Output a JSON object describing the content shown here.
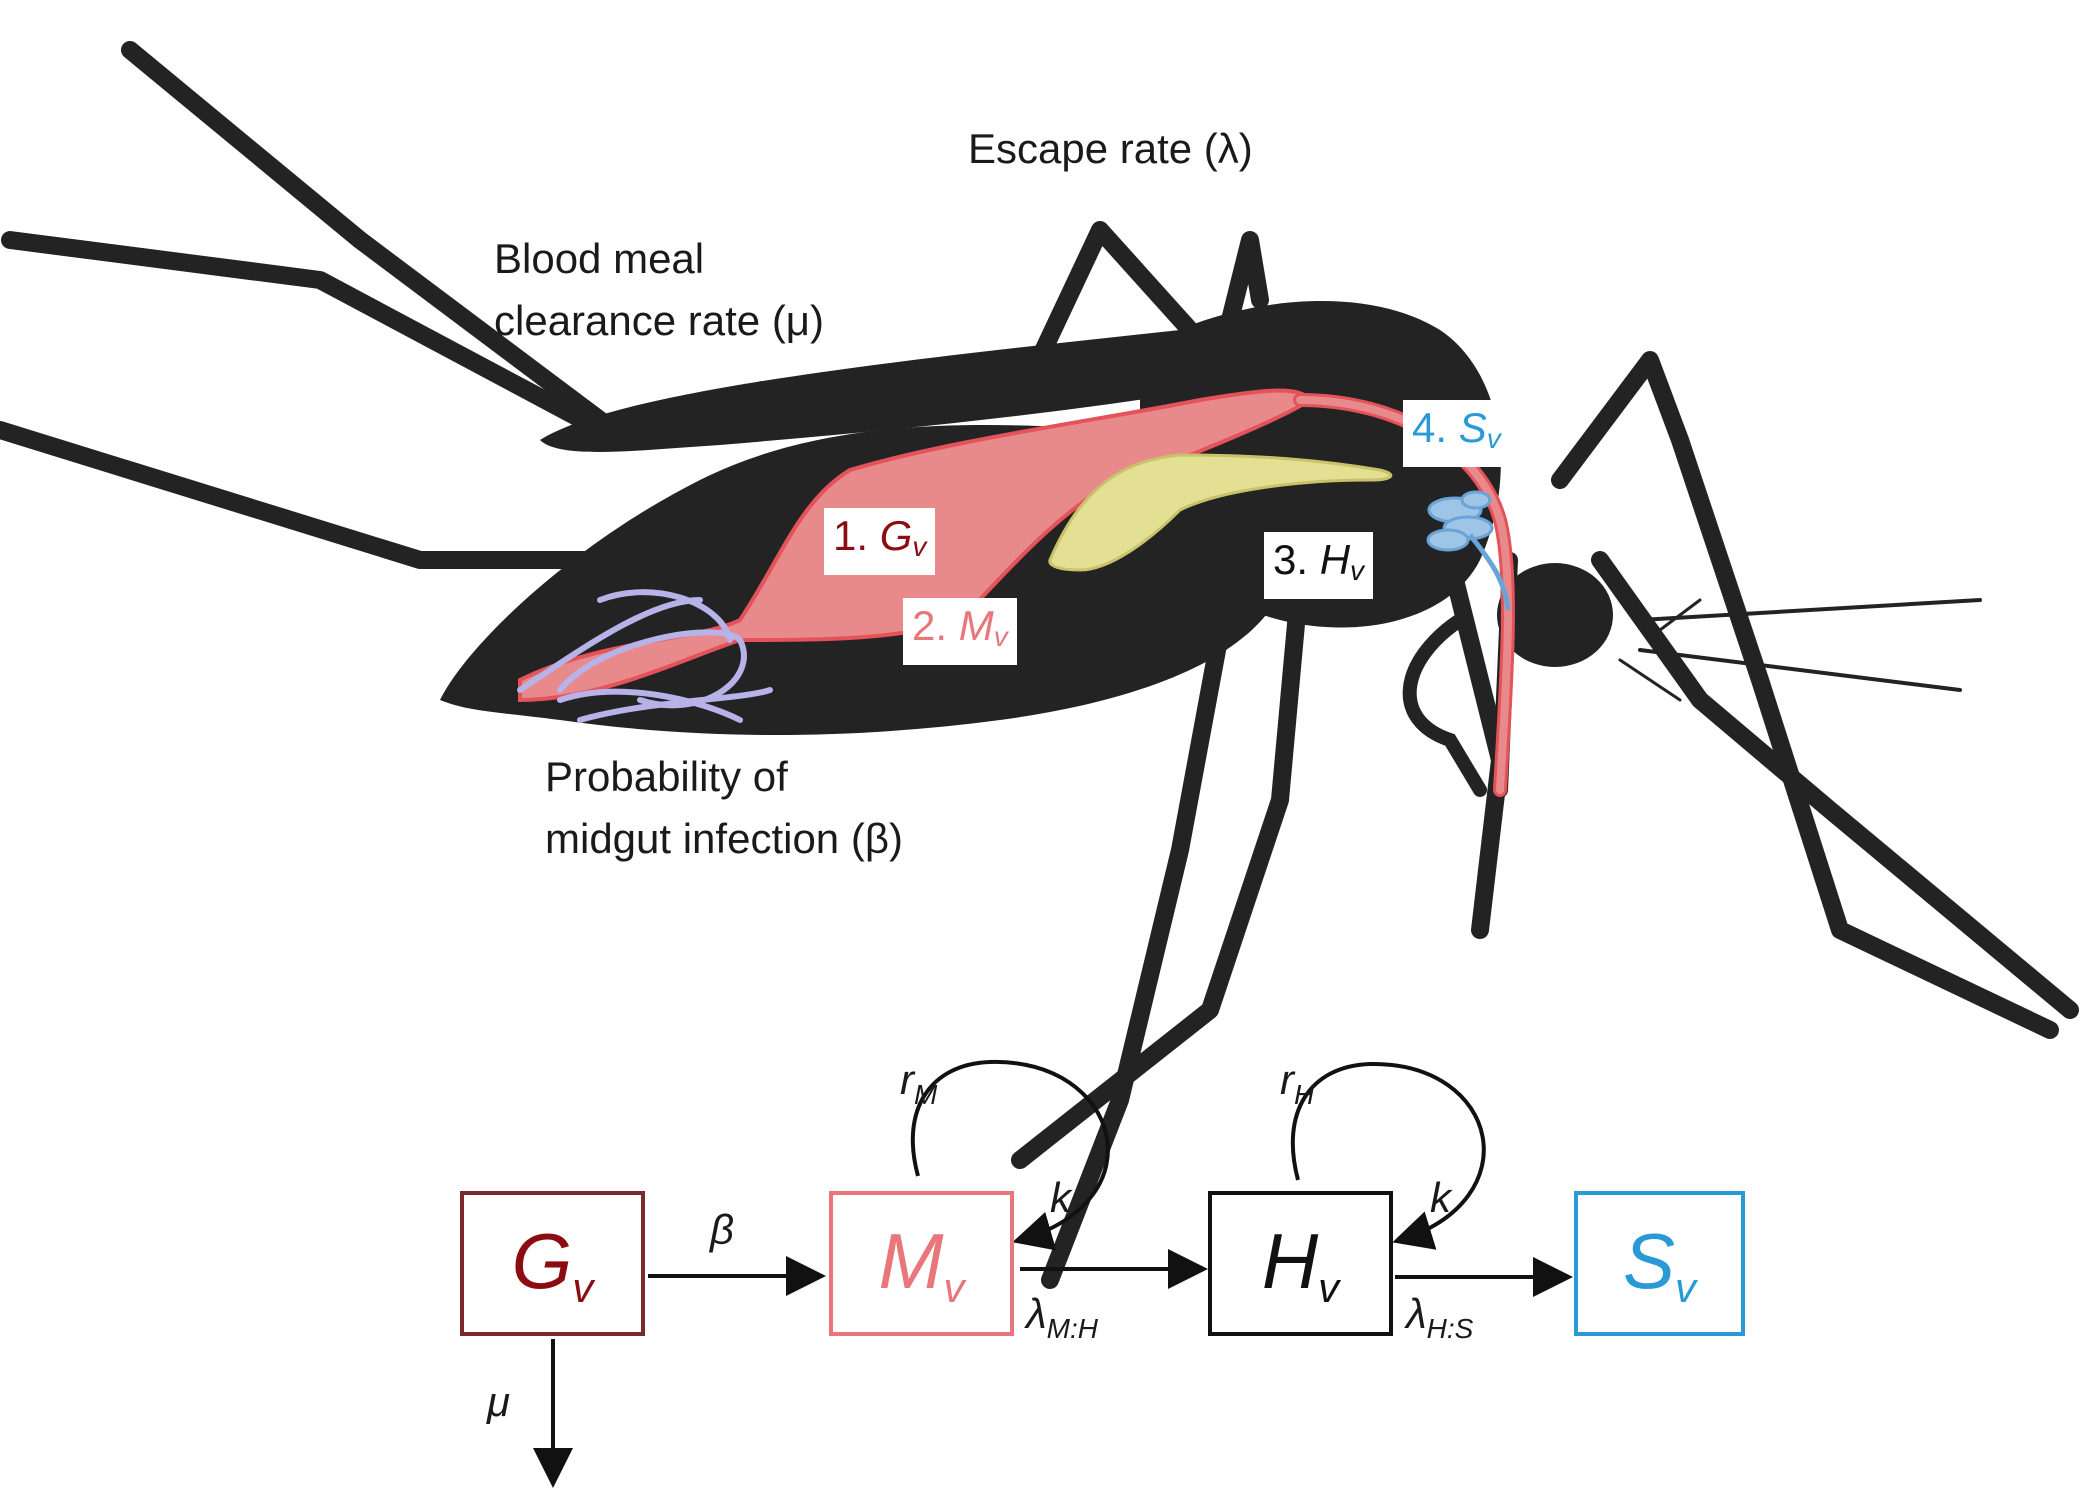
{
  "colors": {
    "dark_red": "#8b0d12",
    "pink": "#e8767a",
    "black": "#111111",
    "blue": "#2a9ad6",
    "midgut_fill": "#e88a8c",
    "salivary_fill": "#9ec4e6",
    "tubule": "#b7b2e8",
    "crop": "#e3df93",
    "body": "#232323"
  },
  "annotations": {
    "escape_rate": "Escape rate (λ)",
    "blood_meal_line1": "Blood meal",
    "blood_meal_line2": "clearance rate (μ)",
    "probability_line1": "Probability of",
    "probability_line2": "midgut infection (β)"
  },
  "body_tags": [
    {
      "num": "1.",
      "sym": "G",
      "sub": "v"
    },
    {
      "num": "2.",
      "sym": "M",
      "sub": "v"
    },
    {
      "num": "3.",
      "sym": "H",
      "sub": "v"
    },
    {
      "num": "4.",
      "sym": "S",
      "sub": "v"
    }
  ],
  "compartments": [
    {
      "sym": "G",
      "sub": "v"
    },
    {
      "sym": "M",
      "sub": "v"
    },
    {
      "sym": "H",
      "sub": "v"
    },
    {
      "sym": "S",
      "sub": "v"
    }
  ],
  "rates": {
    "beta": "β",
    "mu": "μ",
    "r_m": {
      "sym": "r",
      "sub": "M"
    },
    "r_h": {
      "sym": "r",
      "sub": "H"
    },
    "k_m": "k",
    "k_h": "k",
    "lambda_mh": {
      "sym": "λ",
      "sub": "M:H"
    },
    "lambda_hs": {
      "sym": "λ",
      "sub": "H:S"
    }
  }
}
